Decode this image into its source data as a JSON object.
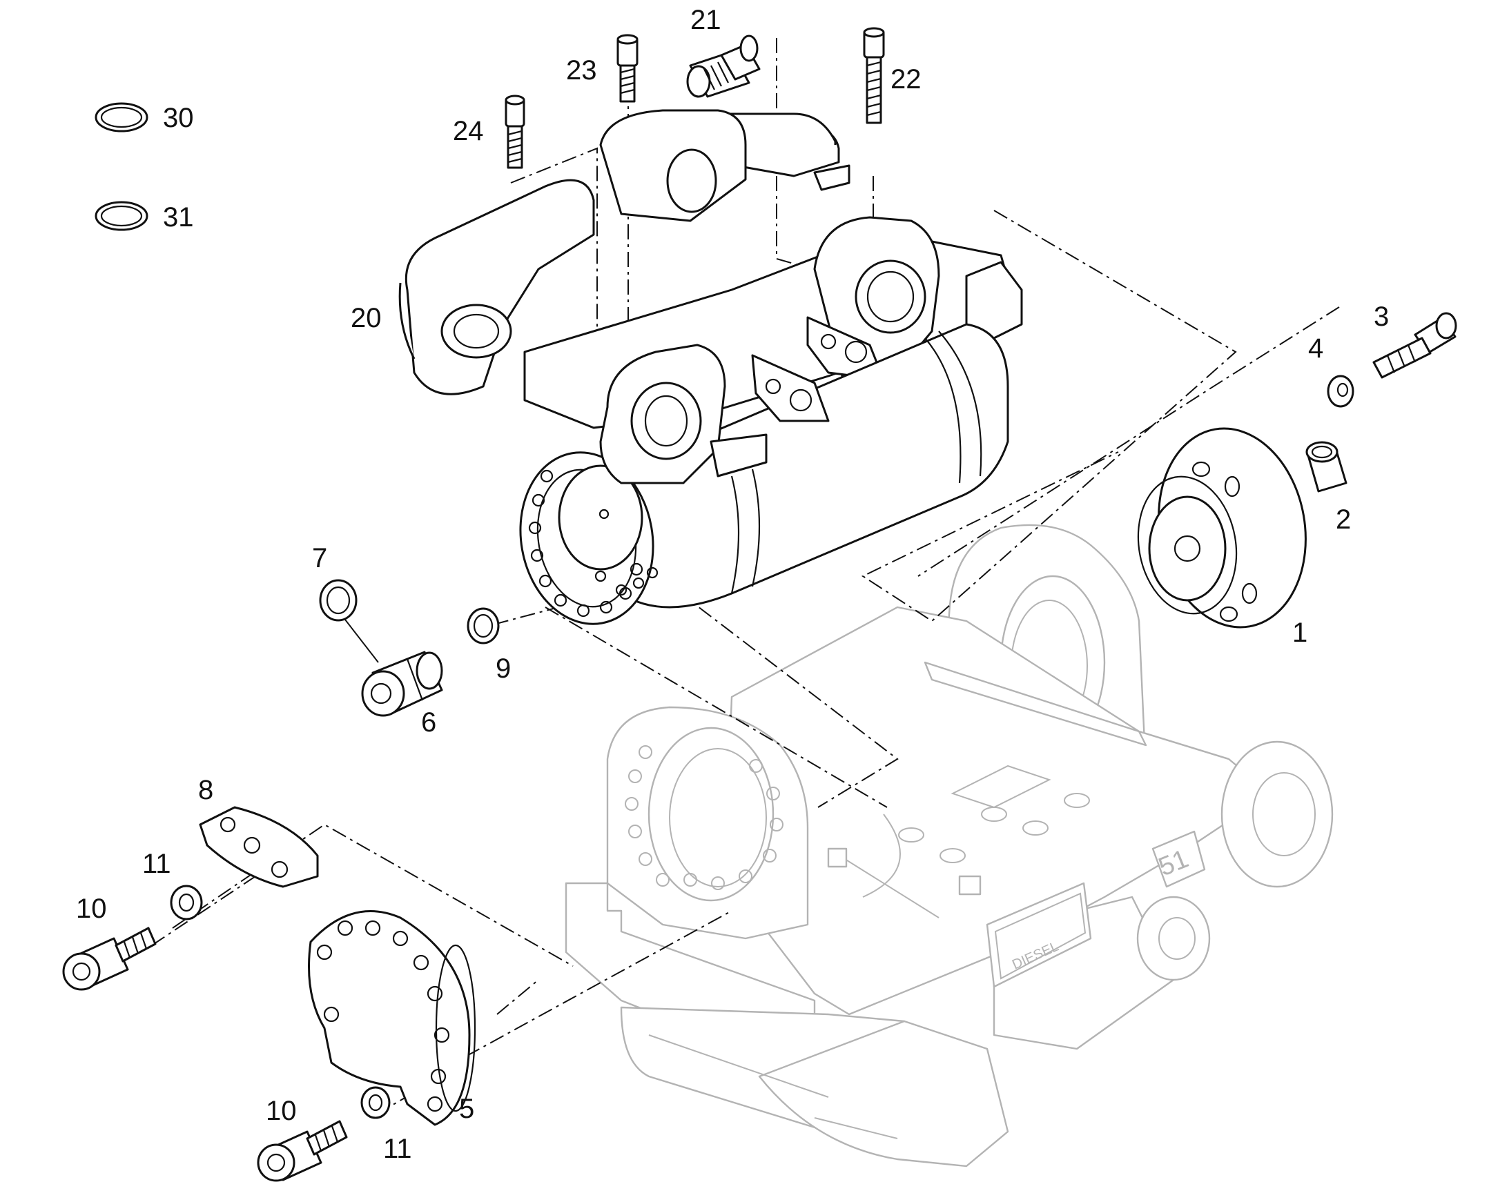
{
  "diagram": {
    "callouts": [
      {
        "id": "c30",
        "text": "30"
      },
      {
        "id": "c31",
        "text": "31"
      },
      {
        "id": "c24",
        "text": "24"
      },
      {
        "id": "c23",
        "text": "23"
      },
      {
        "id": "c21",
        "text": "21"
      },
      {
        "id": "c22",
        "text": "22"
      },
      {
        "id": "c20",
        "text": "20"
      },
      {
        "id": "c3",
        "text": "3"
      },
      {
        "id": "c4",
        "text": "4"
      },
      {
        "id": "c2",
        "text": "2"
      },
      {
        "id": "c1",
        "text": "1"
      },
      {
        "id": "c7",
        "text": "7"
      },
      {
        "id": "c9",
        "text": "9"
      },
      {
        "id": "c6",
        "text": "6"
      },
      {
        "id": "c8",
        "text": "8"
      },
      {
        "id": "c11a",
        "text": "11"
      },
      {
        "id": "c10a",
        "text": "10"
      },
      {
        "id": "c10b",
        "text": "10"
      },
      {
        "id": "c11b",
        "text": "11"
      },
      {
        "id": "c5",
        "text": "5"
      }
    ],
    "plate_text": "DIESEL",
    "stamp_text": "51"
  }
}
